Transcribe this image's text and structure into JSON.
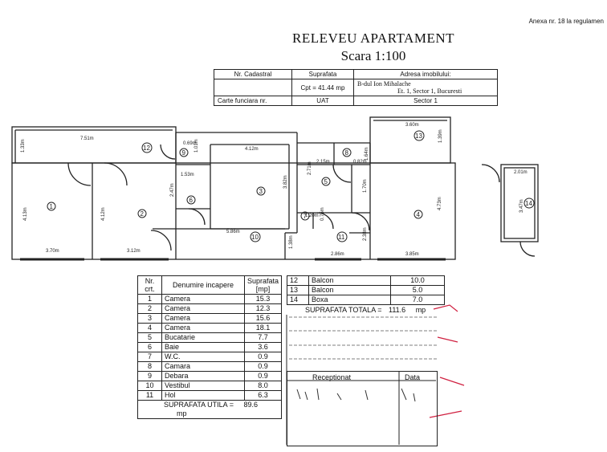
{
  "annex": "Anexa nr. 18 la regulamen",
  "title": "RELEVEU APARTAMENT",
  "scale": "Scara 1:100",
  "header": {
    "nr_cadastral": "Nr. Cadastral",
    "suprafata": "Suprafata",
    "adresa": "Adresa imobilului:",
    "cpt": "Cpt = 41.44 mp",
    "addr1": "B-dul Ion Mihalache",
    "addr2": "Et. 1,      Sector 1, Bucuresti",
    "carte": "Carte funciara nr.",
    "uat": "UAT",
    "sector": "Sector 1"
  },
  "plan": {
    "dims": {
      "d751": "7.51m",
      "d133": "1.33m",
      "d069": "0.69m",
      "d412a": "4.12m",
      "d360": "3.60m",
      "d139": "1.39m",
      "d153": "1.53m",
      "d101": "1.01m",
      "d247": "2.47m",
      "d382": "3.82m",
      "d271": "2.71m",
      "d215": "2.15m",
      "d082": "0.82m",
      "d164": "1.64m",
      "d170": "1.70m",
      "d413a": "4.13m",
      "d412b": "4.12m",
      "d473": "4.73m",
      "d586": "5.86m",
      "d120": "1.20m",
      "d075": "0.75m",
      "d138": "1.38m",
      "d238": "2.38m",
      "d370": "3.70m",
      "d312": "3.12m",
      "d286": "2.86m",
      "d385": "3.85m",
      "d201": "2.01m",
      "d347": "3.47m"
    },
    "rooms": [
      "1",
      "2",
      "3",
      "4",
      "5",
      "6",
      "7",
      "8",
      "9",
      "10",
      "11",
      "12",
      "13",
      "14"
    ]
  },
  "rooms_table": {
    "h_nr": "Nr. crt.",
    "h_name": "Denumire incapere",
    "h_area": "Suprafata [mp]",
    "rows": [
      {
        "nr": "1",
        "name": "Camera",
        "area": "15.3"
      },
      {
        "nr": "2",
        "name": "Camera",
        "area": "12.3"
      },
      {
        "nr": "3",
        "name": "Camera",
        "area": "15.6"
      },
      {
        "nr": "4",
        "name": "Camera",
        "area": "18.1"
      },
      {
        "nr": "5",
        "name": "Bucatarie",
        "area": "7.7"
      },
      {
        "nr": "6",
        "name": "Baie",
        "area": "3.6"
      },
      {
        "nr": "7",
        "name": "W.C.",
        "area": "0.9"
      },
      {
        "nr": "8",
        "name": "Camara",
        "area": "0.9"
      },
      {
        "nr": "9",
        "name": "Debara",
        "area": "0.9"
      },
      {
        "nr": "10",
        "name": "Vestibul",
        "area": "8.0"
      },
      {
        "nr": "11",
        "name": "Hol",
        "area": "6.3"
      }
    ],
    "util_label": "SUPRAFATA UTILA =",
    "util_value": "89.6",
    "util_unit": "mp"
  },
  "extra_table": {
    "rows": [
      {
        "nr": "12",
        "name": "Balcon",
        "area": "10.0"
      },
      {
        "nr": "13",
        "name": "Balcon",
        "area": "5.0"
      },
      {
        "nr": "14",
        "name": "Boxa",
        "area": "7.0"
      }
    ],
    "total_label": "SUPRAFATA TOTALA =",
    "total_value": "111.6",
    "total_unit": "mp"
  },
  "receptionat": "Receptionat",
  "data_label": "Data",
  "colors": {
    "stamp": "#d02040",
    "lines": "#222222"
  }
}
